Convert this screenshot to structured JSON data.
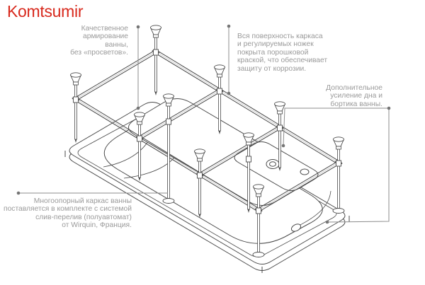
{
  "logo": {
    "text": "Komtsumir"
  },
  "annotations": {
    "reinforcement": {
      "text": "Качественное\nармирование\nванны,\nбез «просветов»."
    },
    "coating": {
      "text": "Вся поверхность каркаса\nи регулируемых ножек\nпокрыта порошковой\nкраской, что обеспечивает\nзащиту от коррозии."
    },
    "bottom_rim": {
      "text": "Дополнительное\nусиление дна и\nбортика ванны."
    },
    "frame_kit": {
      "text": "Многоопорный каркас ванны\nпоставляется в комплекте с системой\nслив-перелив (полуавтомат)\nот Wirquin, Франция."
    }
  },
  "colors": {
    "logo_red": "#d8291d",
    "annotation_text": "#9a9a9a",
    "leader_line": "#8c8c8c",
    "leader_dot": "#757575",
    "drawing_stroke": "#4a4a4a",
    "background": "#ffffff"
  }
}
